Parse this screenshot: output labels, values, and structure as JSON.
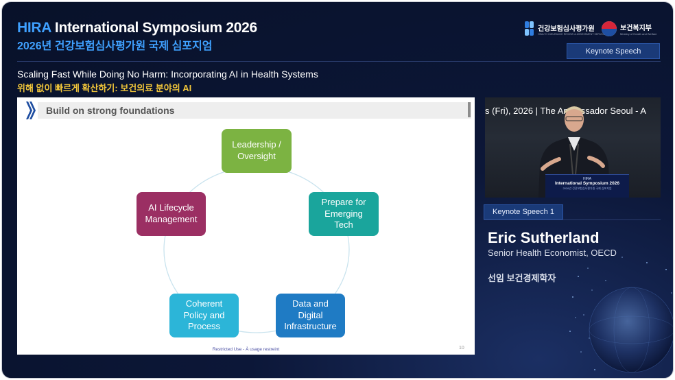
{
  "header": {
    "title_accent": "HIRA",
    "title_rest": "International Symposium 2026",
    "title_korean": "2026년 건강보험심사평가원 국제 심포지엄"
  },
  "logos": {
    "hira_name": "건강보험심사평가원",
    "hira_sub": "HEALTH INSURANCE REVIEW & ASSESSMENT SERVICE",
    "mohw_name": "보건복지부",
    "mohw_sub": "Ministry of Health and Welfare"
  },
  "session_badge": "Keynote Speech",
  "talk": {
    "title_en": "Scaling Fast While Doing No Harm: Incorporating AI in Health Systems",
    "title_ko": "위해 없이 빠르게 확산하기: 보건의료 분야의 AI"
  },
  "slide": {
    "heading": "Build on strong foundations",
    "nodes": [
      {
        "id": "leadership",
        "lines": [
          "Leadership /",
          "Oversight"
        ],
        "color": "#7cb342"
      },
      {
        "id": "emerging",
        "lines": [
          "Prepare for",
          "Emerging",
          "Tech"
        ],
        "color": "#1aa59c"
      },
      {
        "id": "data",
        "lines": [
          "Data and",
          "Digital",
          "Infrastructure"
        ],
        "color": "#1f7bc4"
      },
      {
        "id": "policy",
        "lines": [
          "Coherent",
          "Policy and",
          "Process"
        ],
        "color": "#2cb5d8"
      },
      {
        "id": "lifecycle",
        "lines": [
          "AI Lifecycle",
          "Management"
        ],
        "color": "#9b2f63"
      }
    ],
    "footer_restricted": "Restricted Use - À usage restreint",
    "page_number": "10"
  },
  "video": {
    "banner_text": "s (Fri), 2026 | The Ambassador Seoul - A",
    "podium_line1": "HIRA",
    "podium_line2": "International Symposium 2026",
    "podium_line3": "2026년 건강보험심사평가원 국제 심포지엄"
  },
  "speaker": {
    "badge": "Keynote Speech 1",
    "name": "Eric Sutherland",
    "role": "Senior Health Economist, OECD",
    "role_korean": "선임 보건경제학자"
  },
  "colors": {
    "background": "#081129",
    "accent_blue": "#3fa1ff",
    "accent_yellow": "#f0c53a",
    "badge_fill": "#1a3a78"
  }
}
